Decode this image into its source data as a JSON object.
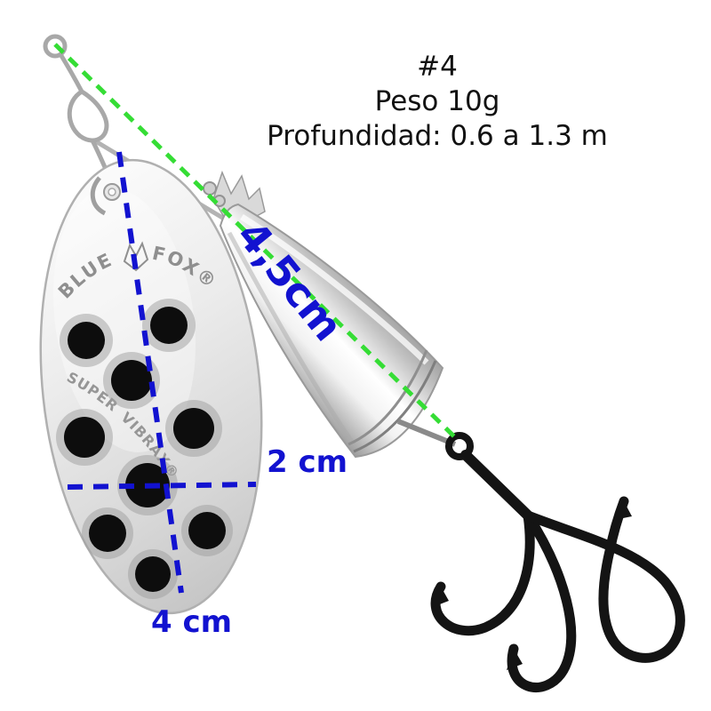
{
  "header": {
    "size_label": "#4",
    "weight": "Peso 10g",
    "depth": "Profundidad: 0.6 a 1.3 m"
  },
  "measurements": {
    "total_length": "4,5cm",
    "blade_width": "2 cm",
    "blade_length": "4 cm"
  },
  "blade_markings": {
    "brand_left": "BLUE",
    "brand_right": "FOX®",
    "model_left": "SUPER",
    "model_right": "VIBRAX®"
  },
  "colors": {
    "measurement_blue": "#1212d0",
    "length_line_green": "#35dd35",
    "annotation_black": "#111111",
    "blade_silver": "#e2e2e2",
    "dot_black": "#0d0d0d"
  }
}
